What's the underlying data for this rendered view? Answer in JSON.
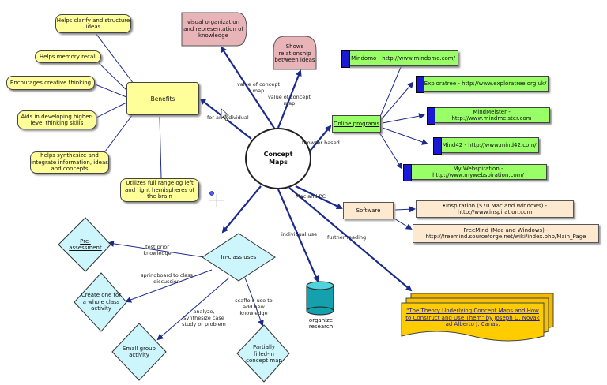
{
  "center": "Concept\nMaps",
  "benefits": {
    "title": "Benefits",
    "items": [
      "Helps clarify and structure ideas",
      "Helps memory recall",
      "Encourages creative thinking",
      "Aids in developing higher-level thinking skills",
      "helps synthesize and integrate information, ideas and concepts",
      "Utilizes full range og left and right hemispheres of the brain"
    ]
  },
  "definitions": {
    "visual": "visual organization and representation of knowledge",
    "relationship": "Shows relationship between ideas"
  },
  "online": {
    "title": "Online programs",
    "items": [
      "Mindomo - http://www.mindomo.com/",
      "Exploratree - http://www.exploratree.org.uk/",
      "MindMeister - http://www.mindmeister.com",
      "Mind42 - http://www.mind42.com/",
      "My Webspiration - http://www.mywebspiration.com/"
    ]
  },
  "software": {
    "title": "Software",
    "inspiration": "•Inspiration ($70 Mac and Windows) - http://www.inspiration.com",
    "freemind": "FreeMind (Mac and Windows) - http://freemind.sourceforge.net/wiki/index.php/Main_Page"
  },
  "inclass": {
    "title": "In-class uses",
    "items": [
      "Pre-assessment",
      "Create one for a whole class activity",
      "Small group activity",
      "Partially filled-in concept map"
    ]
  },
  "organize": "organize research",
  "reading": "\"The Theory Underlying Concept Maps and How to Construct and Use Them\" by Joseph D. Novak ad Alberto J. Canas.",
  "edge_labels": {
    "for_individual": "for an individual",
    "value1": "value of concept map",
    "value2": "value of concept map",
    "browser": "browser based",
    "macpc": "Mac and PC",
    "individual_use": "individual use",
    "further": "further reading",
    "test_prior": "test prior knowledge",
    "springboard": "springboard to class discussion",
    "analyze": "analyze, synthesize case study or problem",
    "scaffold": "scaffold use to add new knowledge"
  },
  "colors": {
    "edge": "#1c2a8c",
    "yellow": "#ffff99",
    "green": "#99ff66",
    "cyan": "#ccf6fb"
  }
}
